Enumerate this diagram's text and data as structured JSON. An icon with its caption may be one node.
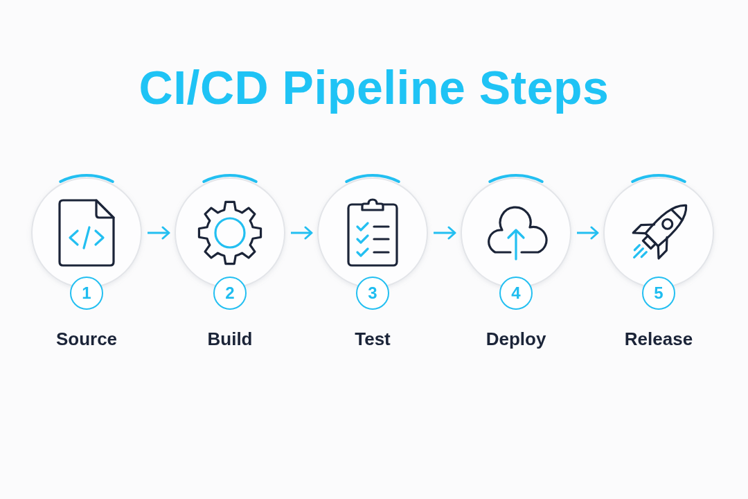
{
  "diagram": {
    "title": "CI/CD Pipeline Steps",
    "nodes": [
      {
        "text": [
          "Source"
        ]
      },
      {
        "text": [
          "1"
        ]
      },
      {
        "text": [
          "Build"
        ]
      },
      {
        "text": [
          "2"
        ]
      },
      {
        "text": [
          "Test"
        ]
      },
      {
        "text": [
          "3"
        ]
      },
      {
        "text": [
          "Deploy"
        ]
      },
      {
        "text": [
          "4"
        ]
      },
      {
        "text": [
          "Release"
        ]
      },
      {
        "text": [
          "5"
        ]
      }
    ],
    "edges": [
      {
        "from": 0,
        "to": 2,
        "arrow": "to"
      },
      {
        "from": 2,
        "to": 4,
        "arrow": "to"
      },
      {
        "from": 4,
        "to": 6,
        "arrow": "to"
      },
      {
        "from": 6,
        "to": 8,
        "arrow": "to"
      }
    ]
  }
}
